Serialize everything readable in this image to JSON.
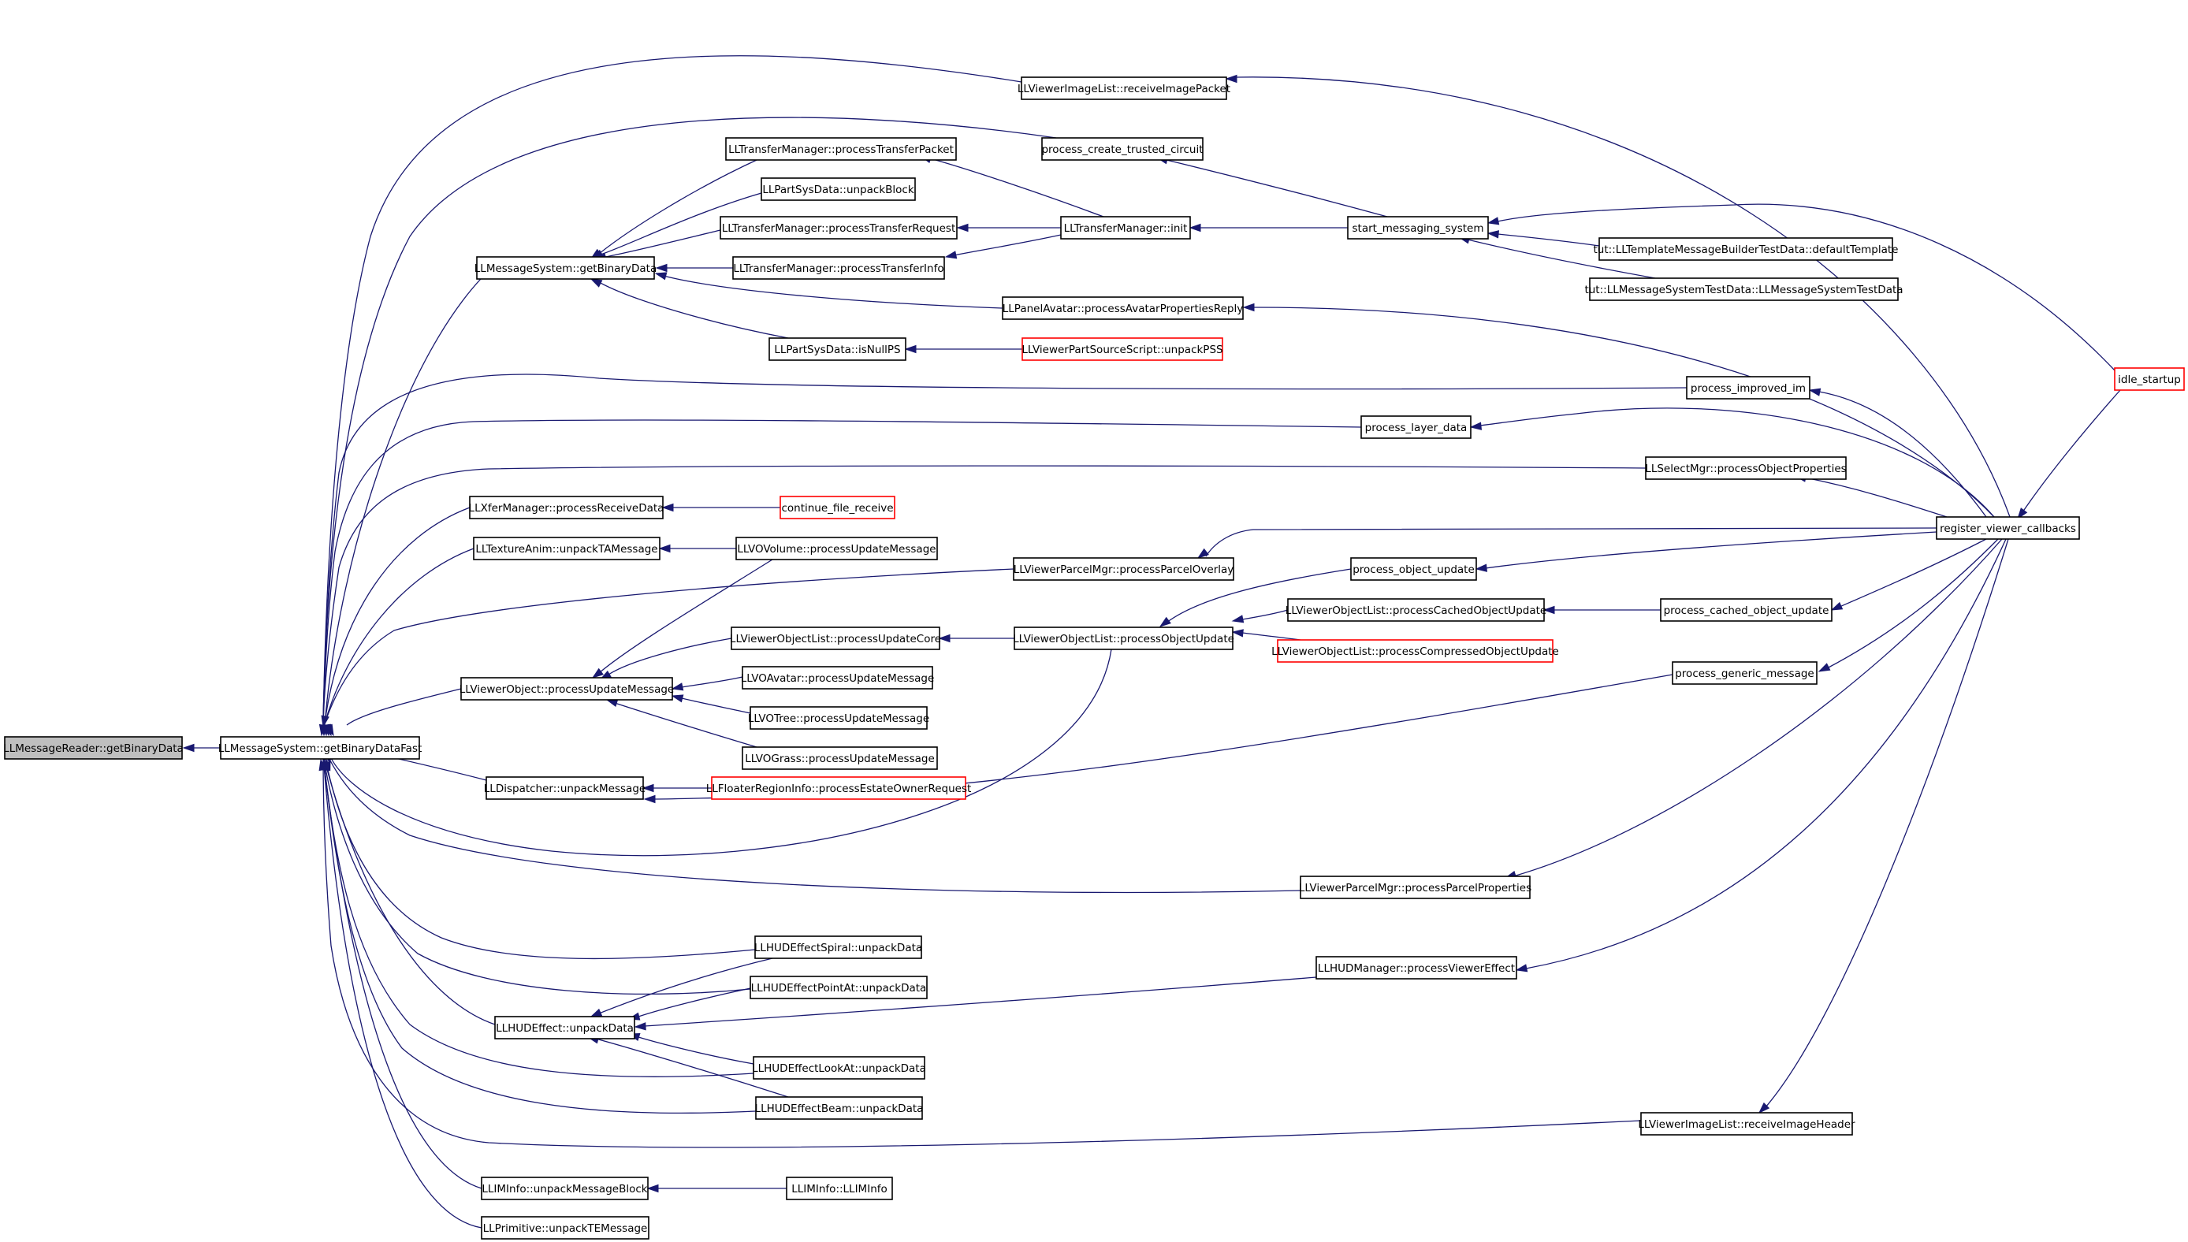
{
  "graph": {
    "nodes": [
      {
        "id": "reader",
        "label": "LLMessageReader::getBinaryData",
        "root": true
      },
      {
        "id": "fast",
        "label": "LLMessageSystem::getBinaryDataFast"
      },
      {
        "id": "getbin",
        "label": "LLMessageSystem::getBinaryData"
      },
      {
        "id": "tm_packet",
        "label": "LLTransferManager::processTransferPacket"
      },
      {
        "id": "ps_unpack",
        "label": "LLPartSysData::unpackBlock"
      },
      {
        "id": "tm_request",
        "label": "LLTransferManager::processTransferRequest"
      },
      {
        "id": "tm_info",
        "label": "LLTransferManager::processTransferInfo"
      },
      {
        "id": "ps_isnull",
        "label": "LLPartSysData::isNullPS"
      },
      {
        "id": "img_packet",
        "label": "LLViewerImageList::receiveImagePacket"
      },
      {
        "id": "trusted",
        "label": "process_create_trusted_circuit"
      },
      {
        "id": "tm_init",
        "label": "LLTransferManager::init"
      },
      {
        "id": "avatar_props",
        "label": "LLPanelAvatar::processAvatarPropertiesReply"
      },
      {
        "id": "pss",
        "label": "LLViewerPartSourceScript::unpackPSS",
        "red": true
      },
      {
        "id": "start_msg",
        "label": "start_messaging_system"
      },
      {
        "id": "tut_template",
        "label": "tut::LLTemplateMessageBuilderTestData::defaultTemplate"
      },
      {
        "id": "tut_msgsys",
        "label": "tut::LLMessageSystemTestData::LLMessageSystemTestData"
      },
      {
        "id": "idle",
        "label": "idle_startup",
        "red": true
      },
      {
        "id": "improved_im",
        "label": "process_improved_im"
      },
      {
        "id": "layer_data",
        "label": "process_layer_data"
      },
      {
        "id": "select_props",
        "label": "LLSelectMgr::processObjectProperties"
      },
      {
        "id": "register",
        "label": "register_viewer_callbacks"
      },
      {
        "id": "xfer",
        "label": "LLXferManager::processReceiveData"
      },
      {
        "id": "file_recv",
        "label": "continue_file_receive",
        "red": true
      },
      {
        "id": "tex_anim",
        "label": "LLTextureAnim::unpackTAMessage"
      },
      {
        "id": "vovolume",
        "label": "LLVOVolume::processUpdateMessage"
      },
      {
        "id": "parcel_overlay",
        "label": "LLViewerParcelMgr::processParcelOverlay"
      },
      {
        "id": "obj_update",
        "label": "process_object_update"
      },
      {
        "id": "olist_core",
        "label": "LLViewerObjectList::processUpdateCore"
      },
      {
        "id": "olist_update",
        "label": "LLViewerObjectList::processObjectUpdate"
      },
      {
        "id": "olist_cached",
        "label": "LLViewerObjectList::processCachedObjectUpdate"
      },
      {
        "id": "cached_update",
        "label": "process_cached_object_update"
      },
      {
        "id": "olist_compressed",
        "label": "LLViewerObjectList::processCompressedObjectUpdate",
        "red": true
      },
      {
        "id": "vo_update",
        "label": "LLViewerObject::processUpdateMessage"
      },
      {
        "id": "voavatar",
        "label": "LLVOAvatar::processUpdateMessage"
      },
      {
        "id": "votree",
        "label": "LLVOTree::processUpdateMessage"
      },
      {
        "id": "vograss",
        "label": "LLVOGrass::processUpdateMessage"
      },
      {
        "id": "generic_msg",
        "label": "process_generic_message"
      },
      {
        "id": "dispatcher",
        "label": "LLDispatcher::unpackMessage"
      },
      {
        "id": "estate_owner",
        "label": "LLFloaterRegionInfo::processEstateOwnerRequest",
        "red": true
      },
      {
        "id": "parcel_props",
        "label": "LLViewerParcelMgr::processParcelProperties"
      },
      {
        "id": "hud_spiral",
        "label": "LLHUDEffectSpiral::unpackData"
      },
      {
        "id": "hud_viewer",
        "label": "LLHUDManager::processViewerEffect"
      },
      {
        "id": "hud_pointat",
        "label": "LLHUDEffectPointAt::unpackData"
      },
      {
        "id": "hud_effect",
        "label": "LLHUDEffect::unpackData"
      },
      {
        "id": "hud_lookat",
        "label": "LLHUDEffectLookAt::unpackData"
      },
      {
        "id": "hud_beam",
        "label": "LLHUDEffectBeam::unpackData"
      },
      {
        "id": "img_header",
        "label": "LLViewerImageList::receiveImageHeader"
      },
      {
        "id": "im_block",
        "label": "LLIMInfo::unpackMessageBlock"
      },
      {
        "id": "im_info",
        "label": "LLIMInfo::LLIMInfo"
      },
      {
        "id": "primitive",
        "label": "LLPrimitive::unpackTEMessage"
      }
    ]
  }
}
